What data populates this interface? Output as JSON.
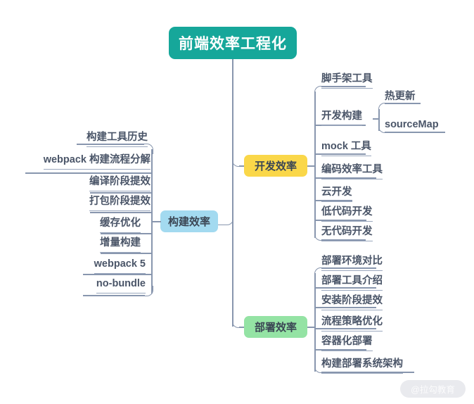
{
  "diagram": {
    "type": "mindmap",
    "title": "前端效率工程化",
    "root": {
      "label": "前端效率工程化",
      "color": "#16a79a",
      "text_color": "#ffffff"
    },
    "branches": [
      {
        "id": "dev",
        "label": "开发效率",
        "color": "#fad749",
        "side": "right",
        "children": [
          {
            "label": "脚手架工具",
            "children": []
          },
          {
            "label": "开发构建",
            "children": [
              {
                "label": "热更新"
              },
              {
                "label": "sourceMap"
              }
            ]
          },
          {
            "label": "mock 工具",
            "children": []
          },
          {
            "label": "编码效率工具",
            "children": []
          },
          {
            "label": "云开发",
            "children": []
          },
          {
            "label": "低代码开发",
            "children": []
          },
          {
            "label": "无代码开发",
            "children": []
          }
        ]
      },
      {
        "id": "build",
        "label": "构建效率",
        "color": "#a3daf0",
        "side": "left",
        "children": [
          {
            "label": "构建工具历史"
          },
          {
            "label": "webpack 构建流程分解"
          },
          {
            "label": "编译阶段提效"
          },
          {
            "label": "打包阶段提效"
          },
          {
            "label": "缓存优化"
          },
          {
            "label": "增量构建"
          },
          {
            "label": "webpack 5"
          },
          {
            "label": "no-bundle"
          }
        ]
      },
      {
        "id": "deploy",
        "label": "部署效率",
        "color": "#94e3a4",
        "side": "right",
        "children": [
          {
            "label": "部署环境对比"
          },
          {
            "label": "部署工具介绍"
          },
          {
            "label": "安装阶段提效"
          },
          {
            "label": "流程策略优化"
          },
          {
            "label": "容器化部署"
          },
          {
            "label": "构建部署系统架构"
          }
        ]
      }
    ],
    "watermark": "@拉勾教育"
  }
}
